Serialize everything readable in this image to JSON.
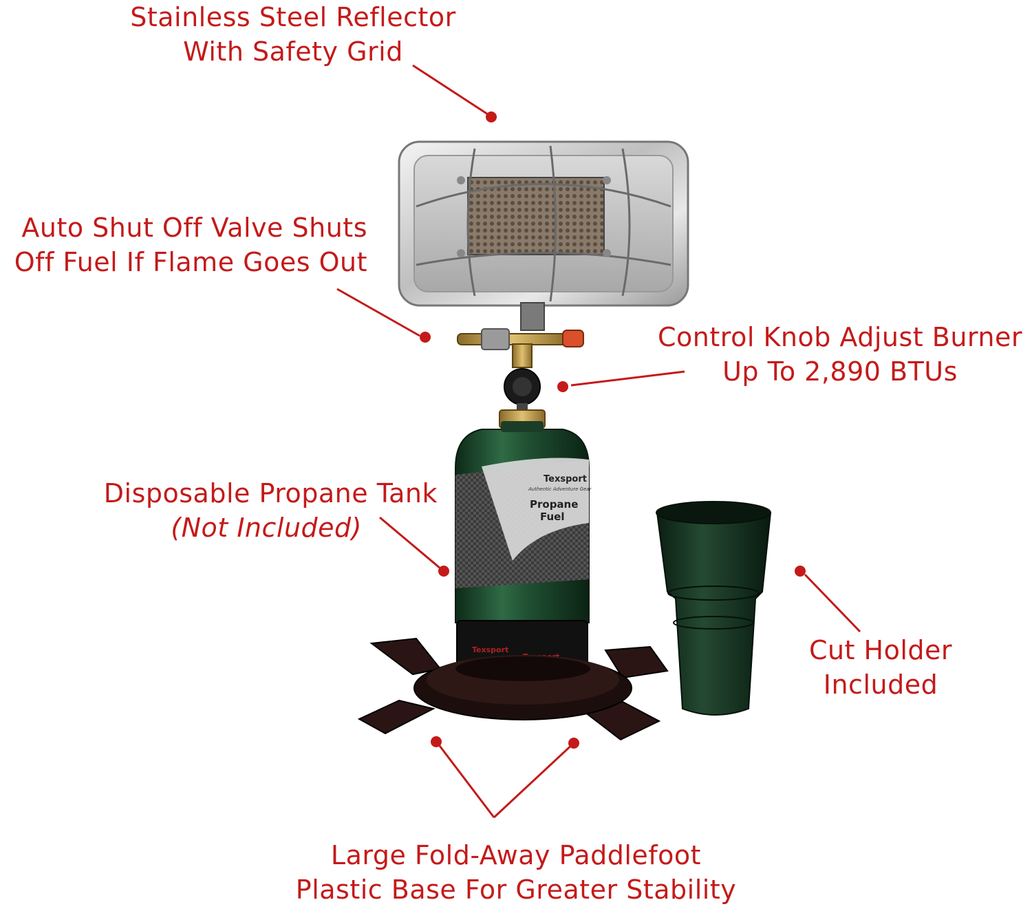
{
  "accent_color": "#c41a1a",
  "callouts": {
    "reflector": {
      "line1": "Stainless Steel Reflector",
      "line2": "With Safety Grid"
    },
    "shutoff": {
      "line1": "Auto Shut Off Valve Shuts",
      "line2": "Off Fuel If Flame Goes Out"
    },
    "control": {
      "line1": "Control Knob Adjust Burner",
      "line2": "Up To 2,890 BTUs"
    },
    "tank": {
      "line1": "Disposable Propane Tank",
      "line2": "(Not Included)"
    },
    "cup": {
      "line1": "Cut Holder",
      "line2": "Included"
    },
    "base": {
      "line1": "Large Fold-Away Paddlefoot",
      "line2": "Plastic Base For Greater Stability"
    }
  },
  "product": {
    "tank_brand": "Texsport",
    "tank_tagline": "Authentic Adventure Gear",
    "tank_label_line1": "Propane",
    "tank_label_line2": "Fuel"
  }
}
